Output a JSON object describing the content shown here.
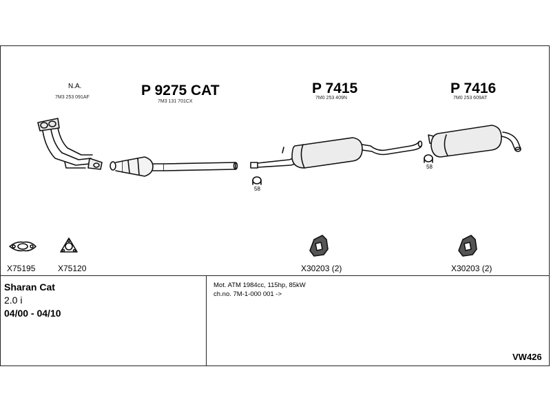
{
  "header": {
    "parts": [
      {
        "label": "N.A.",
        "number": "7M3 253 091AF"
      },
      {
        "label": "P 9275 CAT",
        "number": "7M3 131 701CX"
      },
      {
        "label": "P 7415",
        "number": "7M0 253 409N"
      },
      {
        "label": "P 7416",
        "number": "7M0 253 609AT"
      }
    ]
  },
  "clamps": [
    {
      "number": "58"
    },
    {
      "number": "58"
    }
  ],
  "accessories": [
    {
      "code": "X75195"
    },
    {
      "code": "X75120"
    },
    {
      "code": "X30203 (2)"
    },
    {
      "code": "X30203 (2)"
    }
  ],
  "footer": {
    "model": "Sharan Cat",
    "engine": "2.0 i",
    "years": "04/00 - 04/10",
    "motor_info": "Mot. ATM 1984cc, 115hp, 85kW",
    "chassis_info": "ch.no. 7M-1-000 001 ->",
    "reference": "VW426"
  }
}
